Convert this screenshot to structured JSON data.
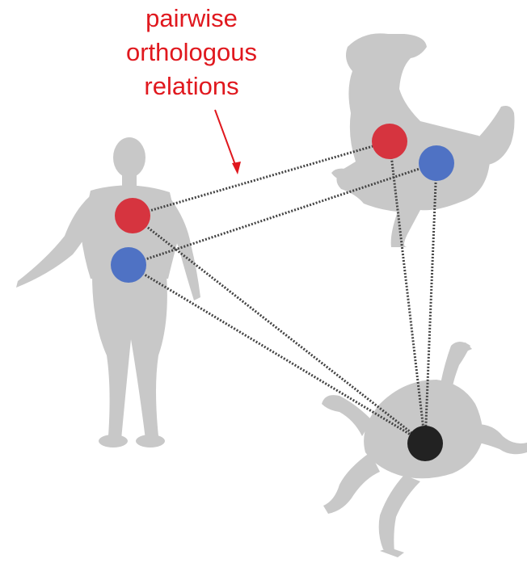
{
  "annotation": {
    "lines": [
      "pairwise",
      "orthologous",
      "relations"
    ],
    "color": "#e0181e"
  },
  "colors": {
    "silhouette": "#c8c8c8",
    "gene_red": "#d6343f",
    "gene_blue": "#4f72c4",
    "gene_black": "#222222",
    "connector": "#444444"
  },
  "species": [
    {
      "name": "human",
      "icon": "human-silhouette-icon"
    },
    {
      "name": "dog",
      "icon": "dog-silhouette-icon"
    },
    {
      "name": "frog",
      "icon": "frog-silhouette-icon"
    }
  ],
  "genes": [
    {
      "id": "human-red",
      "species": "human",
      "color": "gene_red"
    },
    {
      "id": "human-blue",
      "species": "human",
      "color": "gene_blue"
    },
    {
      "id": "dog-red",
      "species": "dog",
      "color": "gene_red"
    },
    {
      "id": "dog-blue",
      "species": "dog",
      "color": "gene_blue"
    },
    {
      "id": "frog-black",
      "species": "frog",
      "color": "gene_black"
    }
  ],
  "relations": [
    {
      "from": "human-red",
      "to": "dog-red"
    },
    {
      "from": "human-blue",
      "to": "dog-blue"
    },
    {
      "from": "human-red",
      "to": "frog-black"
    },
    {
      "from": "human-blue",
      "to": "frog-black"
    },
    {
      "from": "dog-red",
      "to": "frog-black"
    },
    {
      "from": "dog-blue",
      "to": "frog-black"
    }
  ]
}
